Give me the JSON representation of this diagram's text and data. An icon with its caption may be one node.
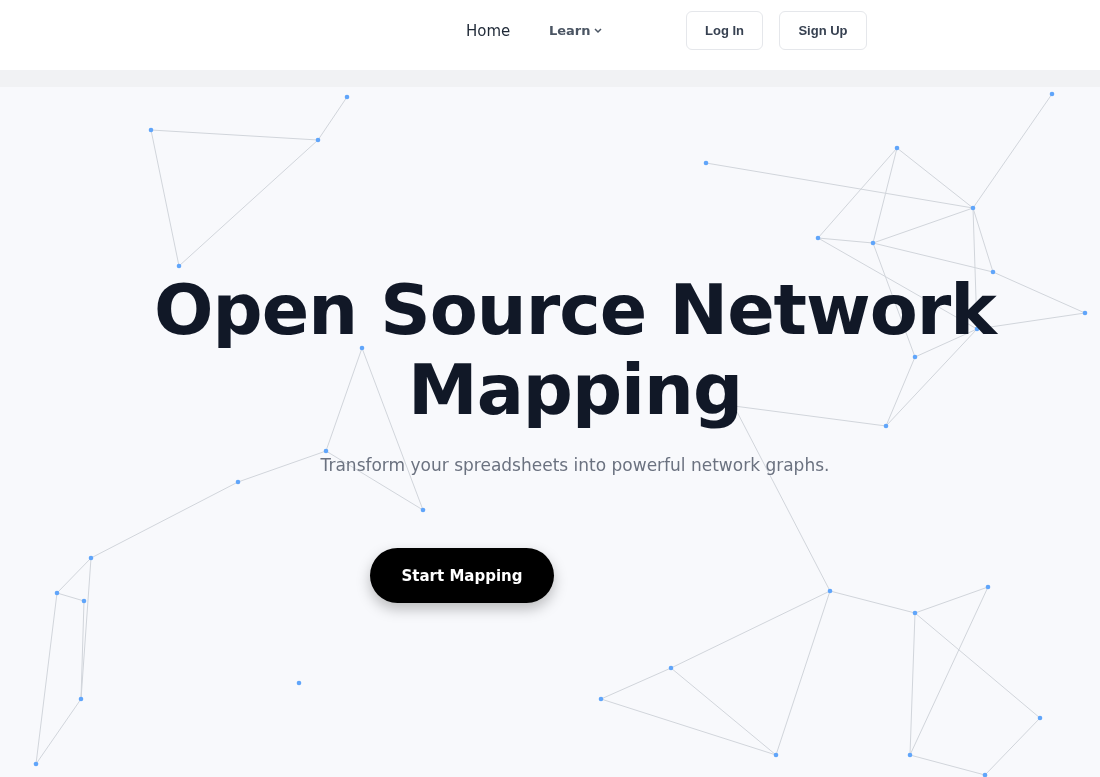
{
  "diagram": {
    "title": "Open Source Network Mapping",
    "labels": [
      "Home",
      "Learn",
      "Log In",
      "Sign Up",
      "Transform your spreadsheets into powerful network graphs.",
      "Start Mapping"
    ]
  }
}
